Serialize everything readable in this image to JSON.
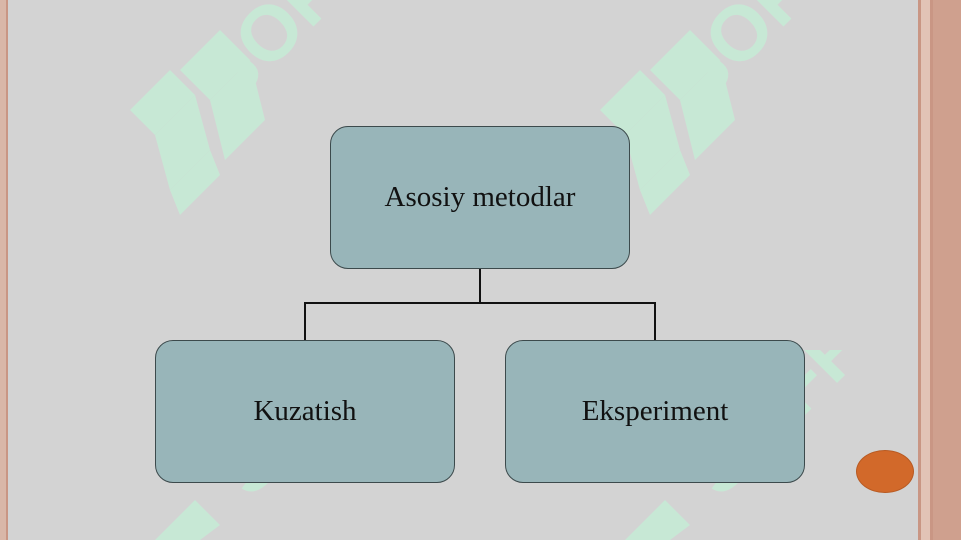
{
  "diagram": {
    "root": {
      "label": "Asosiy metodlar"
    },
    "children": [
      {
        "label": "Kuzatish"
      },
      {
        "label": "Eksperiment"
      }
    ]
  },
  "watermark": {
    "text": "SOFF"
  },
  "colors": {
    "background": "#d3d3d3",
    "node_fill": "#98b5b9",
    "node_border": "#3c4a4c",
    "frame_accent": "#c99684",
    "nav_dot": "#d2692a",
    "watermark": "#c6ecd6"
  }
}
